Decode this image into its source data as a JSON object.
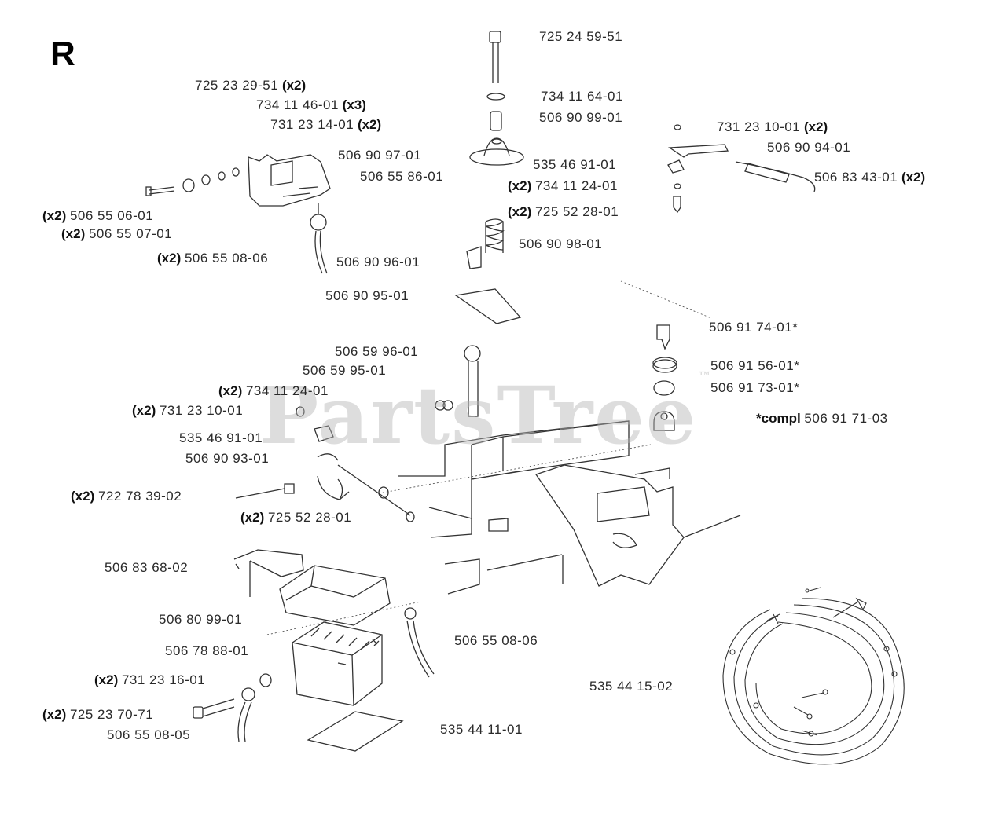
{
  "section_letter": "R",
  "watermark": "PartsTree",
  "watermark_mark": "™",
  "callouts": [
    {
      "id": "c01",
      "qty": "",
      "num": "725 24 59-51",
      "qty_after": false
    },
    {
      "id": "c02",
      "qty": "(x2)",
      "num": "725 23 29-51",
      "qty_after": true
    },
    {
      "id": "c03",
      "qty": "(x3)",
      "num": "734 11 46-01",
      "qty_after": true
    },
    {
      "id": "c04",
      "qty": "(x2)",
      "num": "731 23 14-01",
      "qty_after": true
    },
    {
      "id": "c05",
      "qty": "",
      "num": "734 11 64-01",
      "qty_after": false
    },
    {
      "id": "c06",
      "qty": "",
      "num": "506 90 99-01",
      "qty_after": false
    },
    {
      "id": "c07",
      "qty": "(x2)",
      "num": "731 23 10-01",
      "qty_after": true
    },
    {
      "id": "c08",
      "qty": "",
      "num": "506 90 94-01",
      "qty_after": false
    },
    {
      "id": "c09",
      "qty": "",
      "num": "506 90 97-01",
      "qty_after": false
    },
    {
      "id": "c10",
      "qty": "",
      "num": "535 46 91-01",
      "qty_after": false
    },
    {
      "id": "c11",
      "qty": "(x2)",
      "num": "506 83 43-01",
      "qty_after": true
    },
    {
      "id": "c12",
      "qty": "",
      "num": "506 55 86-01",
      "qty_after": false
    },
    {
      "id": "c13",
      "qty": "(x2)",
      "num": "734 11 24-01",
      "qty_after": false
    },
    {
      "id": "c14",
      "qty": "(x2)",
      "num": "506 55 06-01",
      "qty_after": false
    },
    {
      "id": "c15",
      "qty": "(x2)",
      "num": "725 52 28-01",
      "qty_after": false
    },
    {
      "id": "c16",
      "qty": "(x2)",
      "num": "506 55 07-01",
      "qty_after": false
    },
    {
      "id": "c17",
      "qty": "",
      "num": "506 90 98-01",
      "qty_after": false
    },
    {
      "id": "c18",
      "qty": "(x2)",
      "num": "506 55 08-06",
      "qty_after": false
    },
    {
      "id": "c19",
      "qty": "",
      "num": "506 90 96-01",
      "qty_after": false
    },
    {
      "id": "c20",
      "qty": "",
      "num": "506 90 95-01",
      "qty_after": false
    },
    {
      "id": "c21",
      "qty": "",
      "num": "506 91 74-01*",
      "qty_after": false
    },
    {
      "id": "c22",
      "qty": "",
      "num": "506 59 96-01",
      "qty_after": false
    },
    {
      "id": "c23",
      "qty": "",
      "num": "506 91 56-01*",
      "qty_after": false
    },
    {
      "id": "c24",
      "qty": "",
      "num": "506 59 95-01",
      "qty_after": false
    },
    {
      "id": "c25",
      "qty": "",
      "num": "506 91 73-01*",
      "qty_after": false
    },
    {
      "id": "c26",
      "qty": "(x2)",
      "num": "734 11 24-01",
      "qty_after": false
    },
    {
      "id": "c27",
      "qty": "(x2)",
      "num": "731 23 10-01",
      "qty_after": false
    },
    {
      "id": "c28",
      "qty": "*compl",
      "num": "506 91 71-03",
      "qty_after": false
    },
    {
      "id": "c29",
      "qty": "",
      "num": "535 46 91-01",
      "qty_after": false
    },
    {
      "id": "c30",
      "qty": "",
      "num": "506 90 93-01",
      "qty_after": false
    },
    {
      "id": "c31",
      "qty": "(x2)",
      "num": "722 78 39-02",
      "qty_after": false
    },
    {
      "id": "c32",
      "qty": "(x2)",
      "num": "725 52 28-01",
      "qty_after": false
    },
    {
      "id": "c33",
      "qty": "",
      "num": "506 83 68-02",
      "qty_after": false
    },
    {
      "id": "c34",
      "qty": "",
      "num": "506 80 99-01",
      "qty_after": false
    },
    {
      "id": "c35",
      "qty": "",
      "num": "506 55 08-06",
      "qty_after": false
    },
    {
      "id": "c36",
      "qty": "",
      "num": "506 78 88-01",
      "qty_after": false
    },
    {
      "id": "c37",
      "qty": "(x2)",
      "num": "731 23 16-01",
      "qty_after": false
    },
    {
      "id": "c38",
      "qty": "",
      "num": "535 44 15-02",
      "qty_after": false
    },
    {
      "id": "c39",
      "qty": "(x2)",
      "num": "725 23 70-71",
      "qty_after": false
    },
    {
      "id": "c40",
      "qty": "",
      "num": "535 44 11-01",
      "qty_after": false
    },
    {
      "id": "c41",
      "qty": "",
      "num": "506 55 08-05",
      "qty_after": false
    }
  ]
}
